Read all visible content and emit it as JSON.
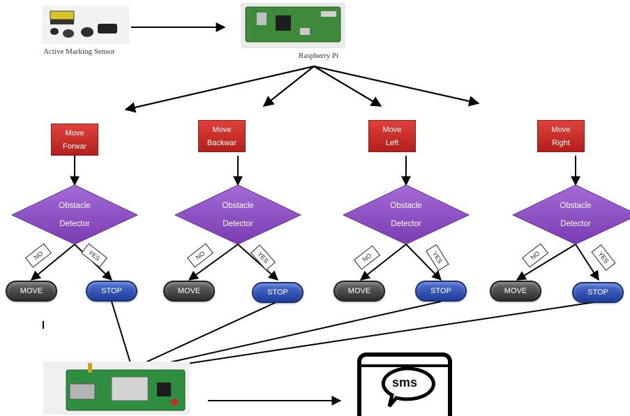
{
  "sensor": {
    "caption": "Active Marking Sensor"
  },
  "controller": {
    "caption": "Raspberry Pi"
  },
  "branches": [
    {
      "move_line1": "Move",
      "move_line2": "Forwar",
      "detector_line1": "Obstacle",
      "detector_line2": "Detector",
      "no_label": "NO",
      "yes_label": "YES",
      "move_pill": "MOVE",
      "stop_pill": "STOP"
    },
    {
      "move_line1": "Move",
      "move_line2": "Backwar",
      "detector_line1": "Obstacle",
      "detector_line2": "Detector",
      "no_label": "NO",
      "yes_label": "YES",
      "move_pill": "MOVE",
      "stop_pill": "STOP"
    },
    {
      "move_line1": "Move",
      "move_line2": "Left",
      "detector_line1": "Obstacle",
      "detector_line2": "Detector",
      "no_label": "NO",
      "yes_label": "YES",
      "move_pill": "MOVE",
      "stop_pill": "STOP"
    },
    {
      "move_line1": "Move",
      "move_line2": "Right",
      "detector_line1": "Obstacle",
      "detector_line2": "Detector",
      "no_label": "NO",
      "yes_label": "YES",
      "move_pill": "MOVE",
      "stop_pill": "STOP"
    }
  ],
  "phone": {
    "bubble_text": "sms"
  },
  "colors": {
    "move_box": "#c62b26",
    "diamond": "#8e4fc4",
    "move_pill": "#3f3f3f",
    "stop_pill": "#2e4fb0"
  }
}
